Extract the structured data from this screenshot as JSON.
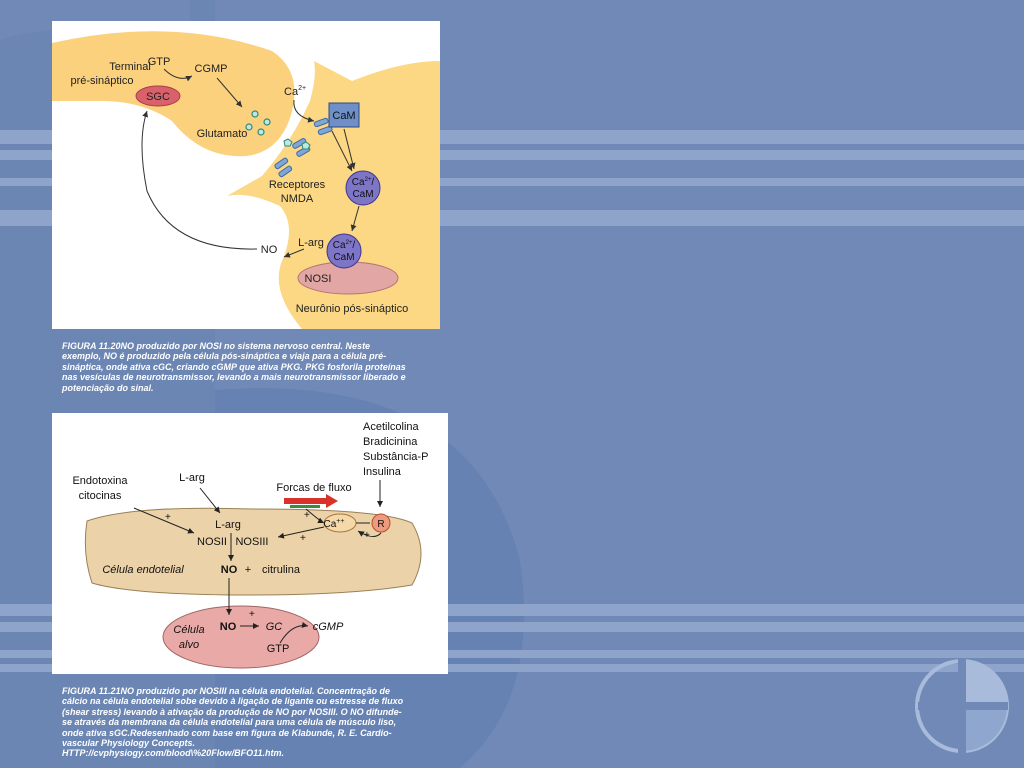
{
  "figure1": {
    "labels": {
      "terminal": "Terminal",
      "presynaptic": "pré-sináptico",
      "gtp": "GTP",
      "cgmp": "CGMP",
      "sgc": "SGC",
      "glutamate": "Glutamato",
      "ca": "Ca",
      "ca_sup": "2+",
      "cam": "CaM",
      "receptors": "Receptores",
      "nmda": "NMDA",
      "ca2_cam_top": "Ca",
      "ca2_cam_sup": "2+",
      "ca2_cam_slash": "/",
      "ca2_cam_bottom": "CaM",
      "larg": "L-arg",
      "no": "NO",
      "nosi": "NOSI",
      "postsynaptic": "Neurônio pós-sináptico"
    },
    "caption_lines": [
      "FIGURA 11.20NO produzido por NOSI no sistema nervoso central. Neste",
      "exemplo, NO é produzido pela célula pós-sináptica e viaja para a célula pré-",
      "sináptica, onde ativa cGC, criando cGMP que ativa PKG. PKG fosforila proteínas",
      "nas vesículas de neurotransmissor, levando a mais neurotransmissor liberado e",
      "potenciação do sinal."
    ]
  },
  "figure2": {
    "labels": {
      "agonists": [
        "Acetilcolina",
        "Bradicinina",
        "Substância-P",
        "Insulina"
      ],
      "endotoxin": "Endotoxina",
      "cytokines": "citocinas",
      "larg_top": "L-arg",
      "flow_forces": "Forcas de fluxo",
      "plus": "+",
      "ca_pp": "Ca",
      "ca_pp_sup": "++",
      "r": "R",
      "larg_inner": "L-arg",
      "nosii": "NOSII",
      "nosiii": "NOSIII",
      "endothelial_cell": "Célula endotelial",
      "no": "NO",
      "citrulline": "citrulina",
      "target_cell_1": "Célula",
      "target_cell_2": "alvo",
      "no2": "NO",
      "gc": "GC",
      "cgmp": "cGMP",
      "gtp": "GTP"
    },
    "caption_lines": [
      "FIGURA 11.21NO produzido por NOSIII na célula endotelial. Concentração de",
      "cálcio na célula endotelial sobe devido à ligação de ligante ou estresse de fluxo",
      "(shear stress) levando à ativação da produção de NO por NOSIII. O NO difunde-",
      "se através da membrana da célula endotelial para uma célula de músculo liso,",
      "onde ativa sGC.Redesenhado com base em figura de Klabunde, R. E. Cardio-",
      "vascular Physiology Concepts.",
      "HTTP://cvphysiogy.com/blood\\%20Flow/BFO11.htm."
    ]
  },
  "colors": {
    "background": "#7189b6",
    "bg_stripe": "#8ea4cb",
    "bg_dark_shape": "#5c7aac",
    "presynaptic_fill": "#fbd17e",
    "postsynaptic_fill": "#fcd784",
    "sgc_fill": "#d9616b",
    "cam_box": "#6f8fc8",
    "ca_cam_circle": "#7d75c6",
    "nosi_fill": "#e2a7a4",
    "endothelial_fill": "#ecd2a8",
    "target_fill": "#e9aaa7",
    "flow_arrow": "#d9322a"
  },
  "icons": {
    "logo": "pie-chart-logo-icon"
  }
}
